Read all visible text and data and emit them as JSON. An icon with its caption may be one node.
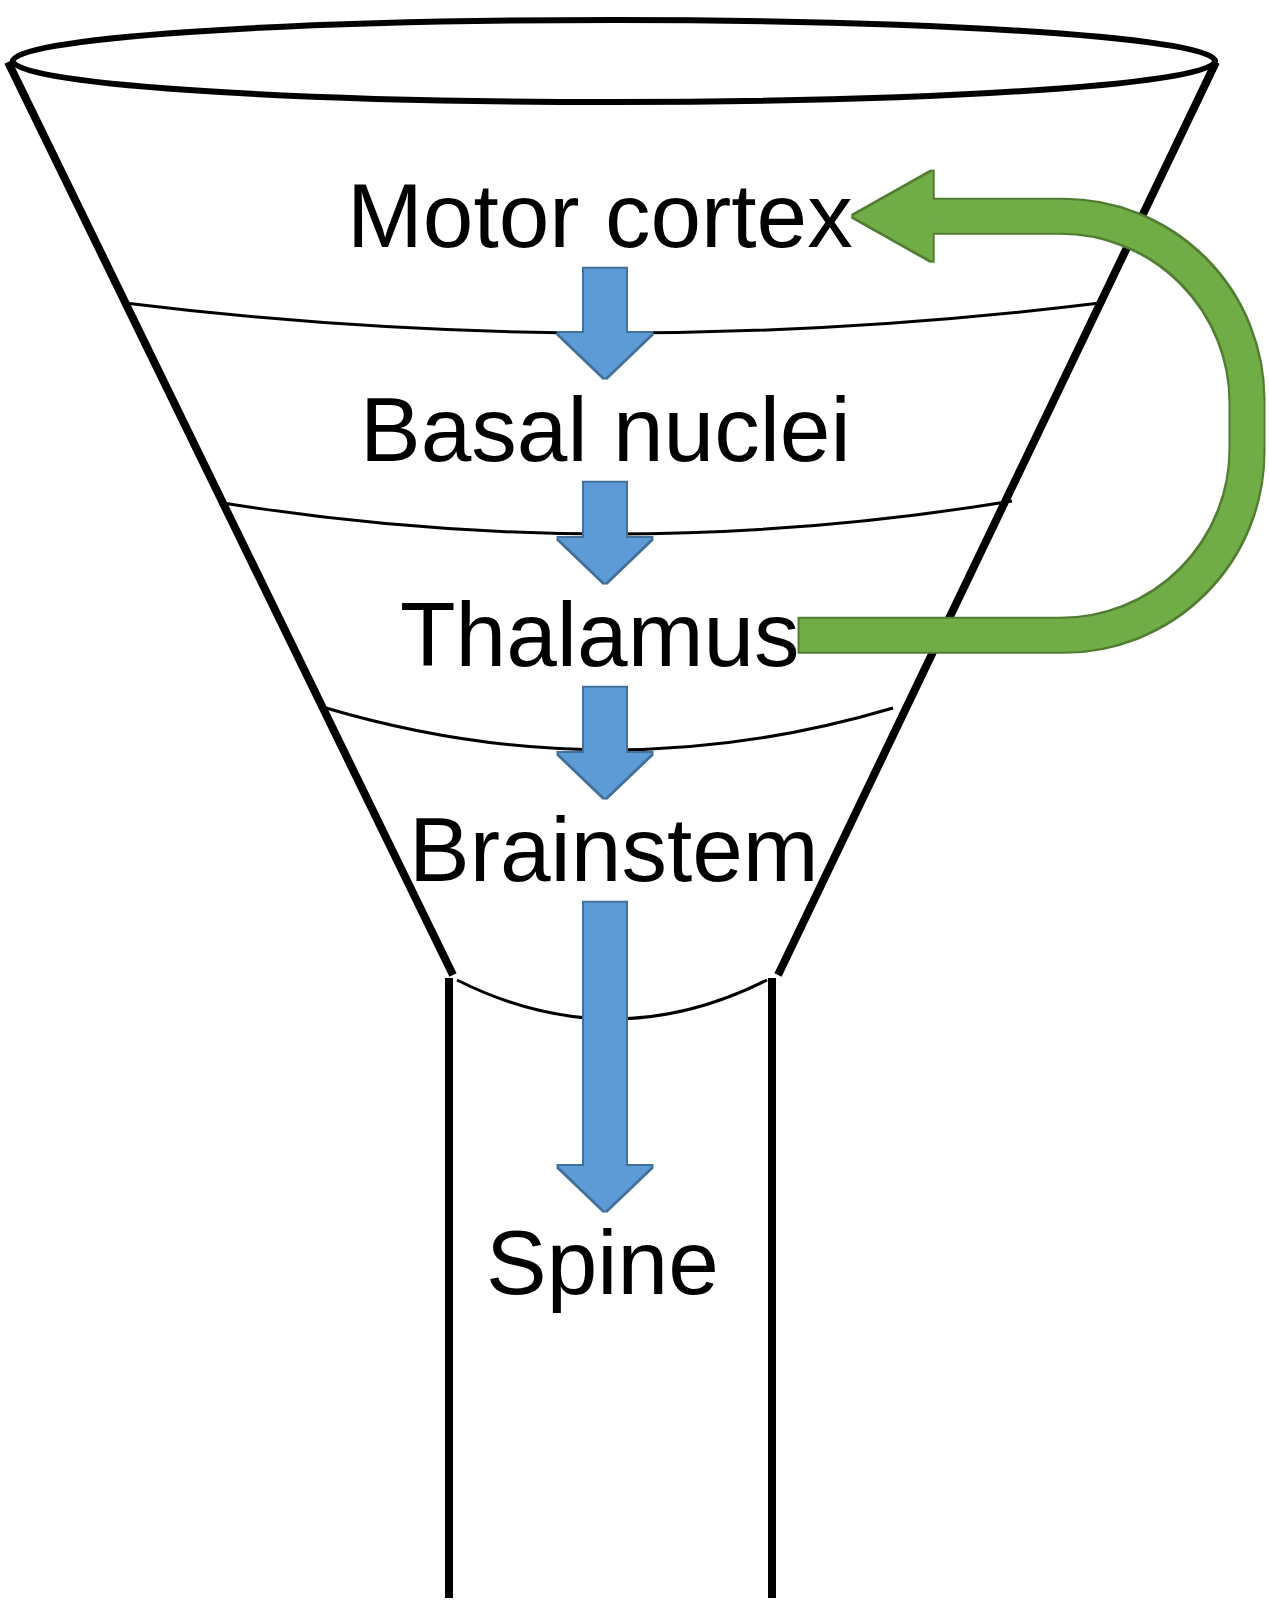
{
  "diagram": {
    "nodes": [
      {
        "text": [
          "Motor cortex"
        ]
      },
      {
        "text": [
          "Basal nuclei"
        ]
      },
      {
        "text": [
          "Thalamus"
        ]
      },
      {
        "text": [
          "Brainstem"
        ]
      },
      {
        "text": [
          "Spine"
        ]
      }
    ],
    "edges": [
      {
        "from": 0,
        "to": 1,
        "arrow": "to"
      },
      {
        "from": 1,
        "to": 2,
        "arrow": "to"
      },
      {
        "from": 2,
        "to": 3,
        "arrow": "to"
      },
      {
        "from": 3,
        "to": 4,
        "arrow": "to"
      },
      {
        "from": 2,
        "to": 0,
        "arrow": "to",
        "color": "#70ad47"
      }
    ]
  }
}
